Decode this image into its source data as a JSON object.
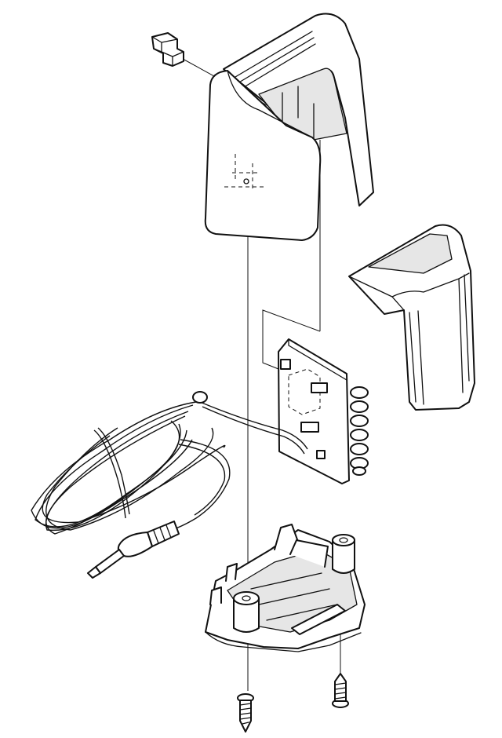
{
  "diagram": {
    "type": "exploded-assembly-drawing",
    "parts": [
      "clip",
      "upper-housing",
      "corner-cap",
      "circuit-board",
      "cable-with-jack-plug",
      "base-plate",
      "screw",
      "screw"
    ],
    "colors": {
      "line": "#111111",
      "fill": "#ffffff",
      "shade": "#e6e6e6"
    }
  }
}
